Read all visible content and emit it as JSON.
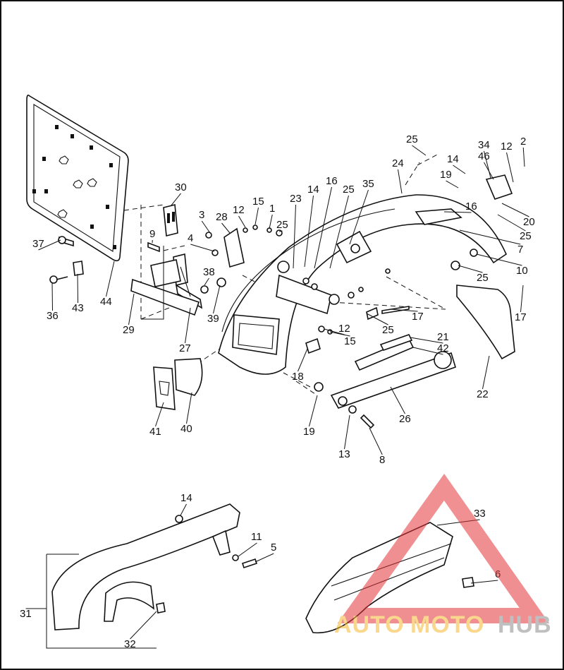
{
  "callouts": [
    {
      "id": "c25a",
      "label": "25"
    },
    {
      "id": "c34",
      "label": "34"
    },
    {
      "id": "c12a",
      "label": "12"
    },
    {
      "id": "c2",
      "label": "2"
    },
    {
      "id": "c46",
      "label": "46"
    },
    {
      "id": "c14a",
      "label": "14"
    },
    {
      "id": "c19a",
      "label": "19"
    },
    {
      "id": "c24",
      "label": "24"
    },
    {
      "id": "c30",
      "label": "30"
    },
    {
      "id": "c16a",
      "label": "16"
    },
    {
      "id": "c35",
      "label": "35"
    },
    {
      "id": "c14b",
      "label": "14"
    },
    {
      "id": "c25b",
      "label": "25"
    },
    {
      "id": "c23",
      "label": "23"
    },
    {
      "id": "c16b",
      "label": "16"
    },
    {
      "id": "c20",
      "label": "20"
    },
    {
      "id": "c3",
      "label": "3"
    },
    {
      "id": "c28",
      "label": "28"
    },
    {
      "id": "c12b",
      "label": "12"
    },
    {
      "id": "c15a",
      "label": "15"
    },
    {
      "id": "c1",
      "label": "1"
    },
    {
      "id": "c25c",
      "label": "25"
    },
    {
      "id": "c25d",
      "label": "25"
    },
    {
      "id": "c9",
      "label": "9"
    },
    {
      "id": "c4",
      "label": "4"
    },
    {
      "id": "c7",
      "label": "7"
    },
    {
      "id": "c37",
      "label": "37"
    },
    {
      "id": "c10",
      "label": "10"
    },
    {
      "id": "c25e",
      "label": "25"
    },
    {
      "id": "c38",
      "label": "38"
    },
    {
      "id": "c17a",
      "label": "17"
    },
    {
      "id": "c36",
      "label": "36"
    },
    {
      "id": "c43",
      "label": "43"
    },
    {
      "id": "c44",
      "label": "44"
    },
    {
      "id": "c39",
      "label": "39"
    },
    {
      "id": "c17b",
      "label": "17"
    },
    {
      "id": "c29",
      "label": "29"
    },
    {
      "id": "c12c",
      "label": "12"
    },
    {
      "id": "c25f",
      "label": "25"
    },
    {
      "id": "c15b",
      "label": "15"
    },
    {
      "id": "c21",
      "label": "21"
    },
    {
      "id": "c27",
      "label": "27"
    },
    {
      "id": "c42",
      "label": "42"
    },
    {
      "id": "c18",
      "label": "18"
    },
    {
      "id": "c22",
      "label": "22"
    },
    {
      "id": "c26",
      "label": "26"
    },
    {
      "id": "c41",
      "label": "41"
    },
    {
      "id": "c40",
      "label": "40"
    },
    {
      "id": "c19b",
      "label": "19"
    },
    {
      "id": "c13",
      "label": "13"
    },
    {
      "id": "c8",
      "label": "8"
    },
    {
      "id": "c14c",
      "label": "14"
    },
    {
      "id": "c33",
      "label": "33"
    },
    {
      "id": "c11",
      "label": "11"
    },
    {
      "id": "c5",
      "label": "5"
    },
    {
      "id": "c6",
      "label": "6"
    },
    {
      "id": "c31",
      "label": "31"
    },
    {
      "id": "c32",
      "label": "32"
    }
  ],
  "watermark": {
    "auto": "AUTO",
    "moto": "MOTO",
    "hub": "HUB",
    "colors": {
      "auto": "#f5b731",
      "moto": "#f5b731",
      "hub": "#8c8c8c",
      "triangle": "#e5343a"
    }
  }
}
